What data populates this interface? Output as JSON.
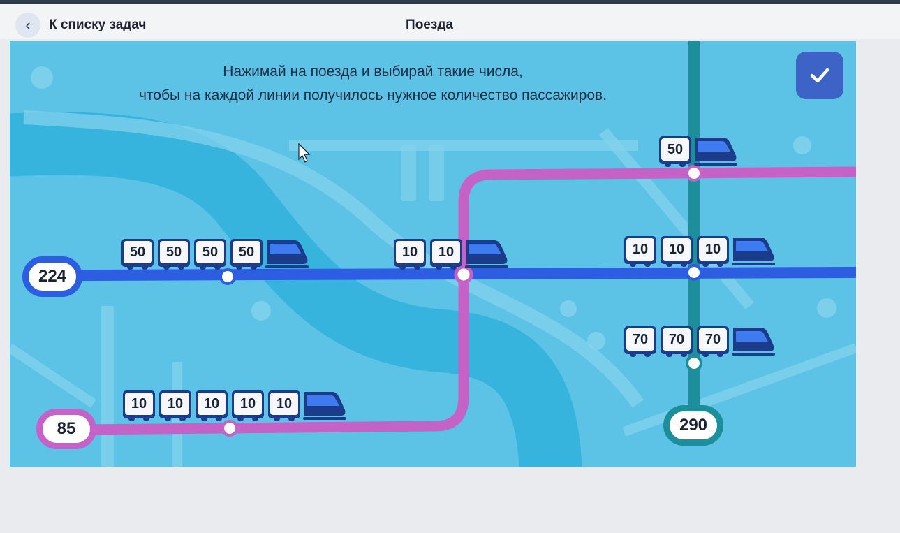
{
  "header": {
    "back_label": "К списку задач",
    "title": "Поезда"
  },
  "instruction": {
    "line1": "Нажимай на поезда и выбирай такие числа,",
    "line2": "чтобы на каждой линии получилось нужное количество пассажиров."
  },
  "colors": {
    "blue_line": "#2d5de0",
    "purple_line": "#c462c7",
    "teal_line": "#1c8f9a",
    "train": "#1b3c8a",
    "button": "#3d63c6"
  },
  "targets": {
    "blue": "224",
    "purple": "85",
    "teal": "290"
  },
  "trains": [
    {
      "id": "blue-1",
      "wagons": [
        "50",
        "50",
        "50",
        "50"
      ]
    },
    {
      "id": "blue-2",
      "wagons": [
        "10",
        "10"
      ]
    },
    {
      "id": "blue-3",
      "wagons": [
        "10",
        "10",
        "10"
      ]
    },
    {
      "id": "purple-1",
      "wagons": [
        "10",
        "10",
        "10",
        "10",
        "10"
      ]
    },
    {
      "id": "teal-top",
      "wagons": [
        "50"
      ]
    },
    {
      "id": "teal-bottom",
      "wagons": [
        "70",
        "70",
        "70"
      ]
    }
  ]
}
